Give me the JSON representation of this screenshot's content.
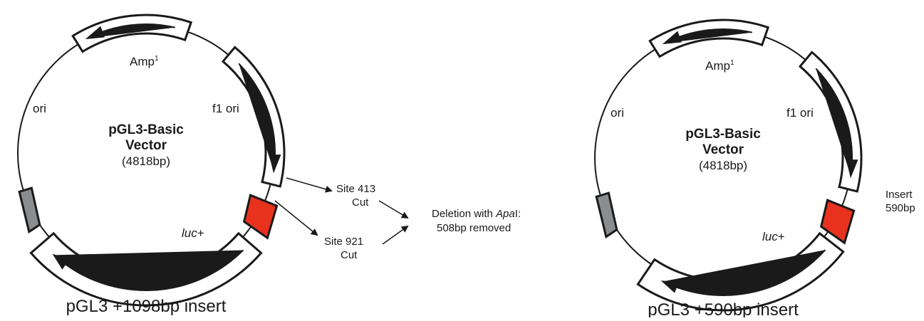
{
  "left_map": {
    "name": "pGL3-Basic",
    "name_line2": "Vector",
    "size": "(4818bp)",
    "amp_label": "Amp",
    "amp_sup": "1",
    "f1_label": "f1 ori",
    "ori_label": "ori",
    "luc_label": "luc",
    "luc_suffix": "+",
    "caption": "pGL3 +1098bp insert"
  },
  "right_map": {
    "name": "pGL3-Basic",
    "name_line2": "Vector",
    "size": "(4818bp)",
    "amp_label": "Amp",
    "amp_sup": "1",
    "f1_label": "f1 ori",
    "ori_label": "ori",
    "luc_label": "luc",
    "luc_suffix": "+",
    "insert_label": "Insert",
    "insert_size": "590bp",
    "caption": "pGL3 +590bp insert"
  },
  "cut_sites": [
    {
      "line1": "Site 413",
      "line2": "Cut"
    },
    {
      "line1": "Site 921",
      "line2": "Cut"
    }
  ],
  "deletion": {
    "prefix": "Deletion with ",
    "enzyme_italic": "Apa",
    "enzyme_suffix": "I:",
    "line2": "508bp removed"
  },
  "colors": {
    "insert_red": "#e8321e",
    "gray_box": "#8a8d90",
    "outline": "#1a1a1a"
  }
}
